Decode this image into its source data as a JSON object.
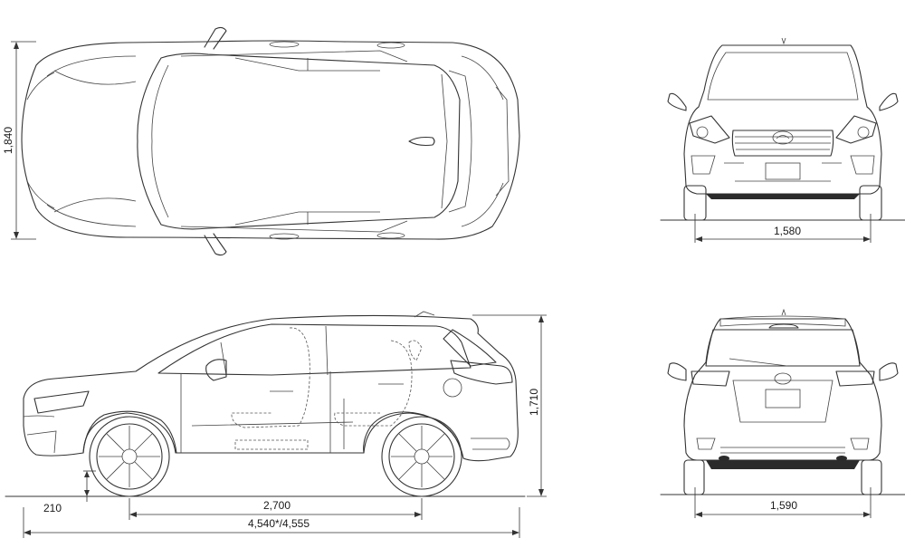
{
  "dimensions": {
    "overall_width": "1,840",
    "front_track": "1,580",
    "overall_height": "1,710",
    "ground_clearance": "210",
    "wheelbase": "2,700",
    "overall_length": "4,540*/4,555",
    "rear_track": "1,590"
  },
  "views": [
    "top-view",
    "front-view",
    "side-view",
    "rear-view"
  ]
}
